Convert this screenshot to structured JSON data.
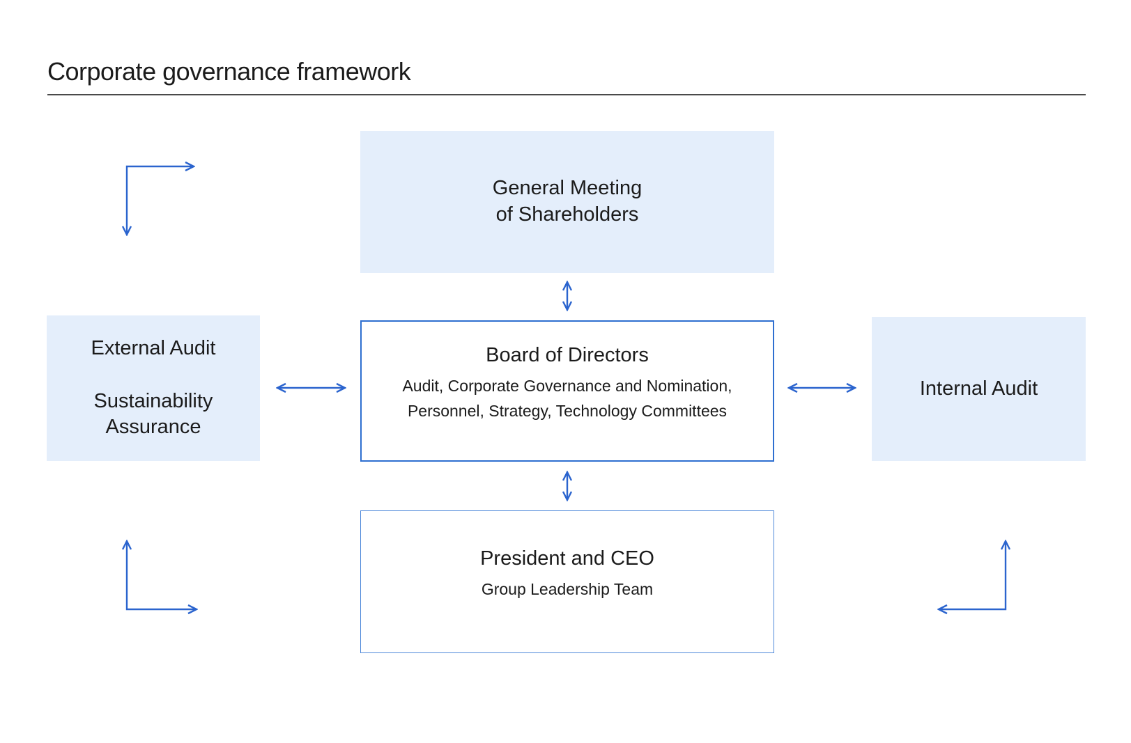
{
  "title": "Corporate governance framework",
  "colors": {
    "accent_blue": "#2B64CE",
    "box_fill_light_blue": "#E4EEFB",
    "board_border_blue": "#2E6FD0",
    "president_border_blue": "#4E88D9",
    "text_dark": "#1B1B1B",
    "rule_gray": "#4A4A4A"
  },
  "nodes": {
    "general_meeting": {
      "label": "General Meeting\nof Shareholders"
    },
    "board": {
      "title": "Board of Directors",
      "subtitle": "Audit, Corporate Governance and Nomination,\nPersonnel, Strategy, Technology Committees"
    },
    "president": {
      "title": "President and CEO",
      "subtitle": "Group Leadership Team"
    },
    "external_audit": {
      "label": "External Audit\n\nSustainability\nAssurance"
    },
    "internal_audit": {
      "label": "Internal Audit"
    }
  }
}
